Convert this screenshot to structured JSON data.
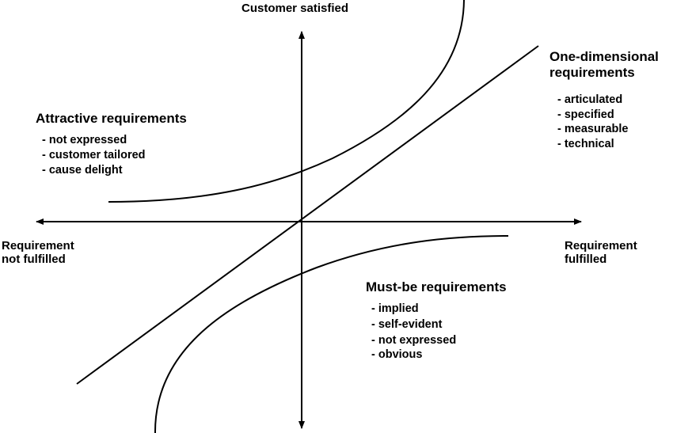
{
  "axes": {
    "y_top": "Customer satisfied",
    "x_left": [
      "Requirement",
      "not fulfilled"
    ],
    "x_right": [
      "Requirement",
      "fulfilled"
    ]
  },
  "attractive": {
    "title": "Attractive requirements",
    "items": [
      "- not expressed",
      "- customer tailored",
      "- cause delight"
    ]
  },
  "one_dimensional": {
    "title": [
      "One-dimensional",
      "requirements"
    ],
    "items": [
      "- articulated",
      "- specified",
      "- measurable",
      "- technical"
    ]
  },
  "must_be": {
    "title": "Must-be requirements",
    "items": [
      "- implied",
      "- self-evident",
      "- not expressed",
      "- obvious"
    ]
  }
}
